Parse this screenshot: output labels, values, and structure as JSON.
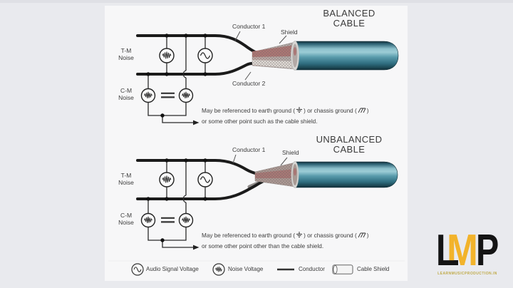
{
  "balanced": {
    "title1": "BALANCED",
    "title2": "CABLE",
    "tm1": "T-M",
    "tm2": "Noise",
    "cm1": "C-M",
    "cm2": "Noise",
    "conductor1": "Conductor 1",
    "conductor2": "Conductor 2",
    "shield": "Shield",
    "note_pre": "May be referenced to earth ground (",
    "note_mid": ") or chassis ground (",
    "note_post": ")",
    "note_line2": "or some other point such as the cable shield."
  },
  "unbalanced": {
    "title1": "UNBALANCED",
    "title2": "CABLE",
    "tm1": "T-M",
    "tm2": "Noise",
    "cm1": "C-M",
    "cm2": "Noise",
    "conductor1": "Conductor 1",
    "shield": "Shield",
    "note_pre": "May be referenced to earth ground (",
    "note_mid": ") or chassis ground (",
    "note_post": ")",
    "note_line2": "or some other point other than the cable shield."
  },
  "legend": {
    "audio_label": "Audio Signal Voltage",
    "noise_label": "Noise Voltage",
    "conductor_label": "Conductor",
    "shield_label": "Cable Shield"
  },
  "logo": {
    "letter_l": "L",
    "letter_m": "M",
    "letter_p": "P",
    "caption": "LEARNMUSICPRODUCTION.IN"
  },
  "colors": {
    "jacket_teal": "#4b8da0",
    "logo_yellow": "#f2b32b",
    "line": "#1e1e1e",
    "panel_bg": "#f7f7f8"
  }
}
